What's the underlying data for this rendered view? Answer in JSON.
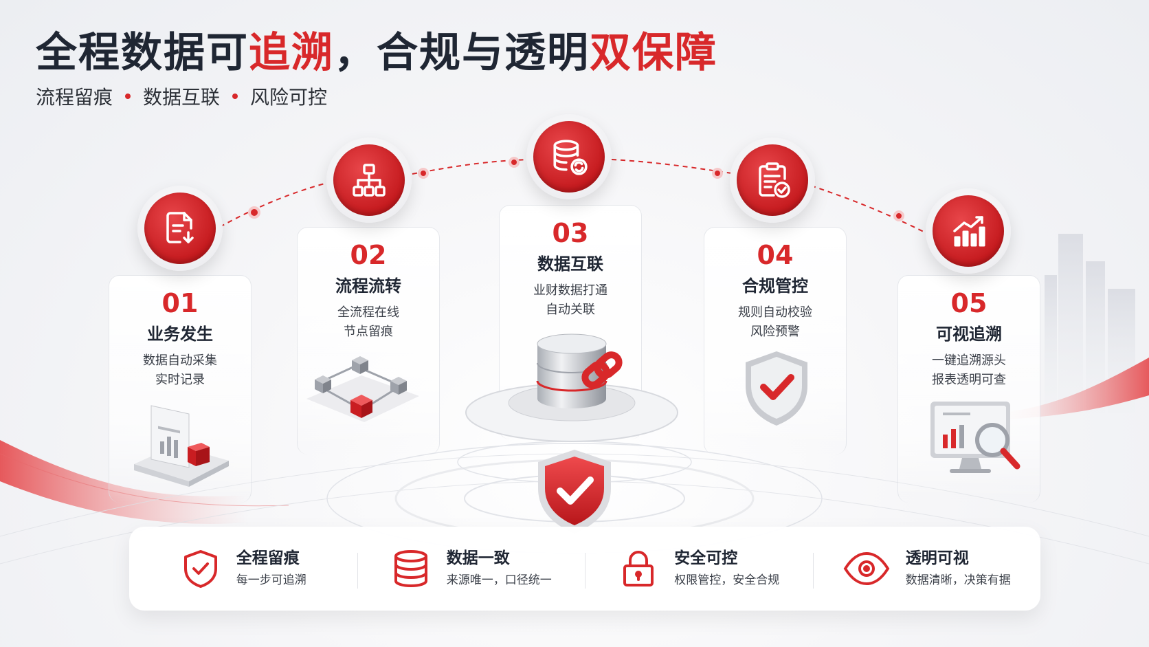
{
  "title": {
    "part1": "全程数据可",
    "part2": "追溯",
    "part3": "，合规与透明",
    "part4": "双保障"
  },
  "subtitle": [
    "流程留痕",
    "数据互联",
    "风险可控"
  ],
  "steps": [
    {
      "num": "01",
      "title": "业务发生",
      "desc": [
        "数据自动采集",
        "实时记录"
      ],
      "icon": "document-download-icon",
      "illustration": "report-paper-illustration"
    },
    {
      "num": "02",
      "title": "流程流转",
      "desc": [
        "全流程在线",
        "节点留痕"
      ],
      "icon": "flowchart-icon",
      "illustration": "connected-cubes-illustration"
    },
    {
      "num": "03",
      "title": "数据互联",
      "desc": [
        "业财数据打通",
        "自动关联"
      ],
      "icon": "database-sync-icon",
      "illustration": "database-link-illustration"
    },
    {
      "num": "04",
      "title": "合规管控",
      "desc": [
        "规则自动校验",
        "风险预警"
      ],
      "icon": "clipboard-check-icon",
      "illustration": "shield-check-illustration"
    },
    {
      "num": "05",
      "title": "可视追溯",
      "desc": [
        "一键追溯源头",
        "报表透明可查"
      ],
      "icon": "bar-chart-up-icon",
      "illustration": "monitor-magnifier-illustration"
    }
  ],
  "features": [
    {
      "title": "全程留痕",
      "desc": "每一步可追溯",
      "icon": "shield-check-icon"
    },
    {
      "title": "数据一致",
      "desc": "来源唯一，口径统一",
      "icon": "database-icon"
    },
    {
      "title": "安全可控",
      "desc": "权限管控，安全合规",
      "icon": "padlock-icon"
    },
    {
      "title": "透明可视",
      "desc": "数据清晰，决策有据",
      "icon": "eye-icon"
    }
  ],
  "colors": {
    "accent": "#d8282a",
    "text": "#1f2633"
  }
}
